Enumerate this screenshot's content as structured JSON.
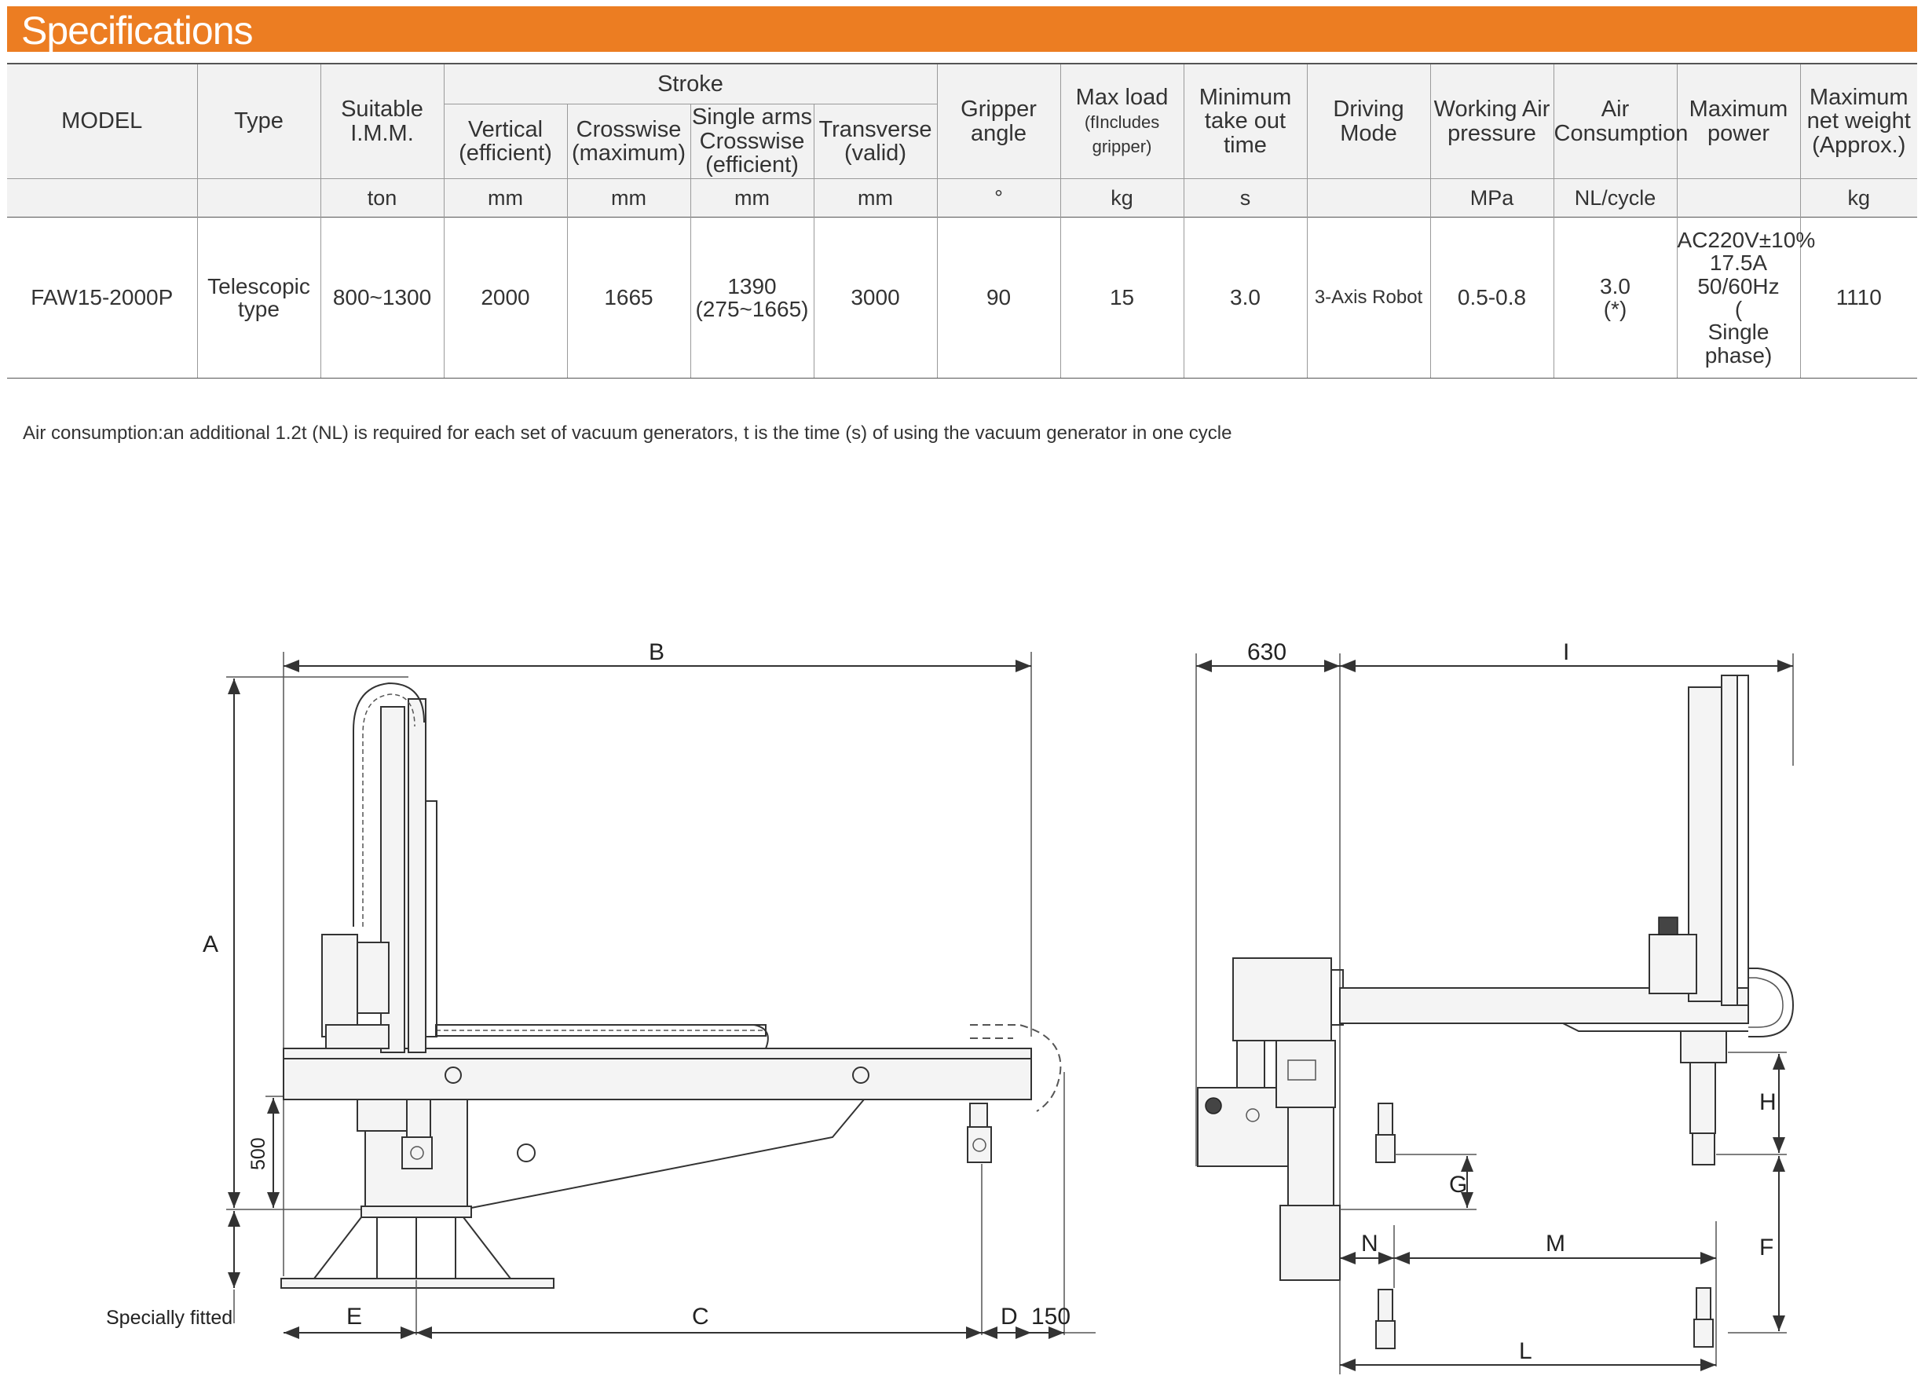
{
  "title": "Specifications",
  "table": {
    "headers": {
      "model": "MODEL",
      "type": "Type",
      "suitable_line1": "Suitable",
      "suitable_line2": "I.M.M.",
      "stroke": "Stroke",
      "vertical_line1": "Vertical",
      "vertical_line2": "(efficient)",
      "crosswise_line1": "Crosswise",
      "crosswise_line2": "(maximum)",
      "single_line1": "Single arms",
      "single_line2": "Crosswise",
      "single_line3": "(efficient)",
      "transverse_line1": "Transverse",
      "transverse_line2": "(valid)",
      "gripper_line1": "Gripper",
      "gripper_line2": "angle",
      "maxload_line1": "Max load",
      "maxload_line2": "(fIncludes",
      "maxload_line3": "gripper)",
      "takeout_line1": "Minimum",
      "takeout_line2": "take out time",
      "driving_line1": "Driving",
      "driving_line2": "Mode",
      "air_pressure_line1": "Working Air",
      "air_pressure_line2": "pressure",
      "air_consumption_line1": "Air",
      "air_consumption_line2": "Consumption",
      "power_line1": "Maximum",
      "power_line2": "power",
      "weight_line1": "Maximum",
      "weight_line2": "net weight",
      "weight_line3": "(Approx.)"
    },
    "units": {
      "suitable": "ton",
      "vertical": "mm",
      "crosswise": "mm",
      "single": "mm",
      "transverse": "mm",
      "gripper": "°",
      "maxload": "kg",
      "takeout": "s",
      "air_pressure": "MPa",
      "air_consumption": "NL/cycle",
      "weight": "kg"
    },
    "row": {
      "model": "FAW15-2000P",
      "type_line1": "Telescopic",
      "type_line2": "type",
      "suitable": "800~1300",
      "vertical": "2000",
      "crosswise": "1665",
      "single_line1": "1390",
      "single_line2": "(275~1665)",
      "transverse": "3000",
      "gripper": "90",
      "maxload": "15",
      "takeout": "3.0",
      "driving": "3-Axis Robot",
      "air_pressure": "0.5-0.8",
      "air_consumption_line1": "3.0",
      "air_consumption_line2": "(*)",
      "power_line1": "AC220V±10%",
      "power_line2": "17.5A",
      "power_line3": "50/60Hz",
      "power_line4": "(",
      "power_line5": "Single phase)",
      "weight": "1110"
    }
  },
  "note": "Air consumption:an additional 1.2t (NL) is required for each set of vacuum generators, t is the time (s) of using the vacuum generator in one cycle",
  "drawing": {
    "labels": {
      "A": "A",
      "B": "B",
      "C": "C",
      "D": "D",
      "E": "E",
      "F": "F",
      "G": "G",
      "H": "H",
      "I": "I",
      "L": "L",
      "M": "M",
      "N": "N",
      "dim_500": "500",
      "dim_150": "150",
      "dim_630": "630",
      "specially_fitted": "Specially fitted"
    }
  }
}
